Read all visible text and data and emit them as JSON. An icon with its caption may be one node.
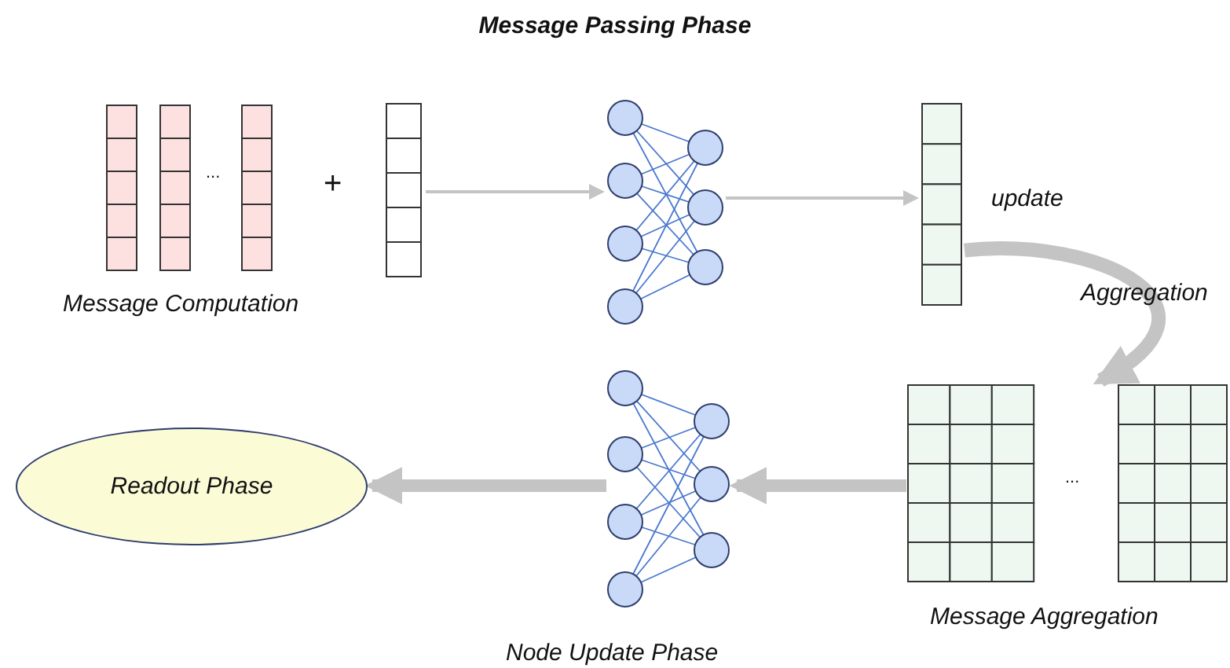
{
  "diagram": {
    "title": "Message Passing Phase",
    "nodes": [
      {
        "text": [],
        "shape": "picture",
        "beside": [
          "Message Computation"
        ]
      },
      {
        "text": [],
        "shape": "picture"
      },
      {
        "text": [],
        "shape": "picture"
      },
      {
        "text": [],
        "shape": "picture",
        "beside": [
          "Message Aggregation"
        ]
      },
      {
        "text": [],
        "shape": "picture",
        "beside": [
          "Node Update Phase"
        ]
      },
      {
        "text": [
          "Readout Phase"
        ]
      }
    ],
    "edges": [
      {
        "from": 0,
        "to": 1,
        "arrow": "to"
      },
      {
        "from": 1,
        "to": 2,
        "arrow": "to"
      },
      {
        "from": 2,
        "to": 3,
        "arrow": "to",
        "label": "Aggregation"
      },
      {
        "from": 3,
        "to": 4,
        "arrow": "to"
      },
      {
        "from": 4,
        "to": 5,
        "arrow": "to"
      }
    ],
    "labels": [
      "...",
      "+",
      "update",
      "..."
    ]
  }
}
